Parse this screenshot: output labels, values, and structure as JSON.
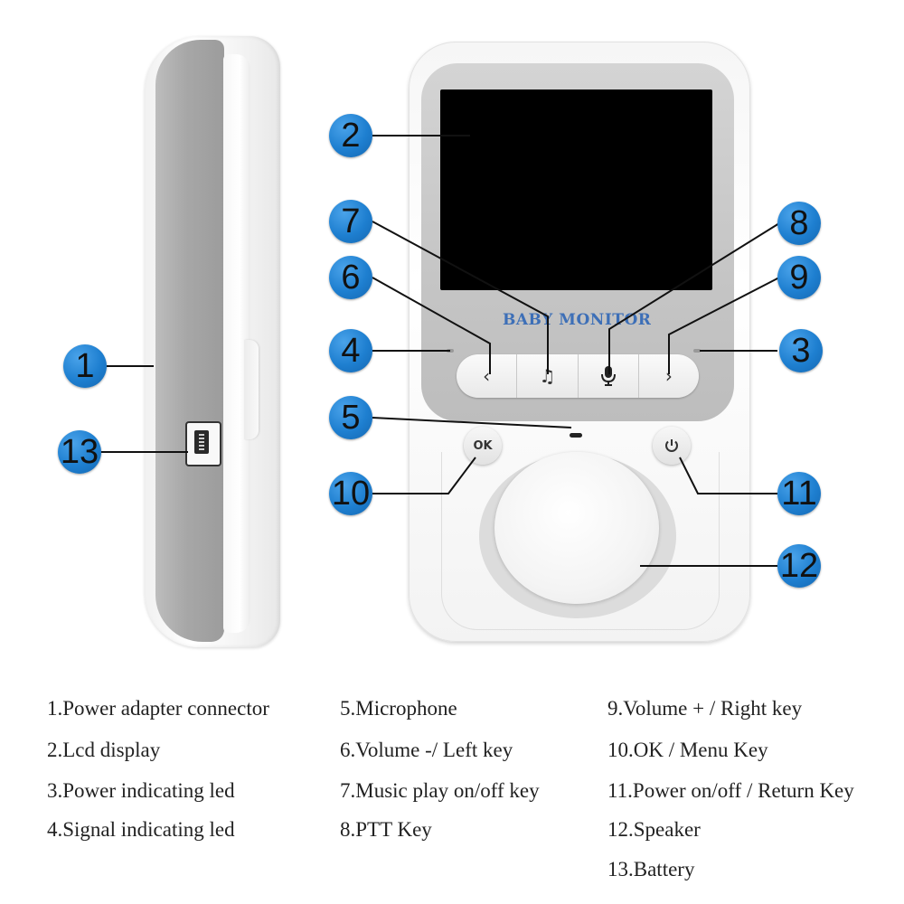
{
  "device": {
    "brand_text": "BABY MONITOR",
    "ok_button_label": "OK"
  },
  "callouts": [
    "1",
    "2",
    "3",
    "4",
    "5",
    "6",
    "7",
    "8",
    "9",
    "10",
    "11",
    "12",
    "13"
  ],
  "legend": [
    "1.Power adapter connector",
    "2.Lcd display",
    "3.Power indicating led",
    "4.Signal indicating led",
    "5.Microphone",
    "6.Volume -/ Left key",
    "7.Music play on/off key",
    "8.PTT Key",
    "9.Volume + / Right key",
    "10.OK / Menu Key",
    "11.Power on/off / Return Key",
    "12.Speaker",
    "13.Battery"
  ],
  "colors": {
    "badge": "#1e7fd0",
    "brand": "#3d6fb7",
    "side_band": "#a7a7a7",
    "screen": "#000000"
  }
}
